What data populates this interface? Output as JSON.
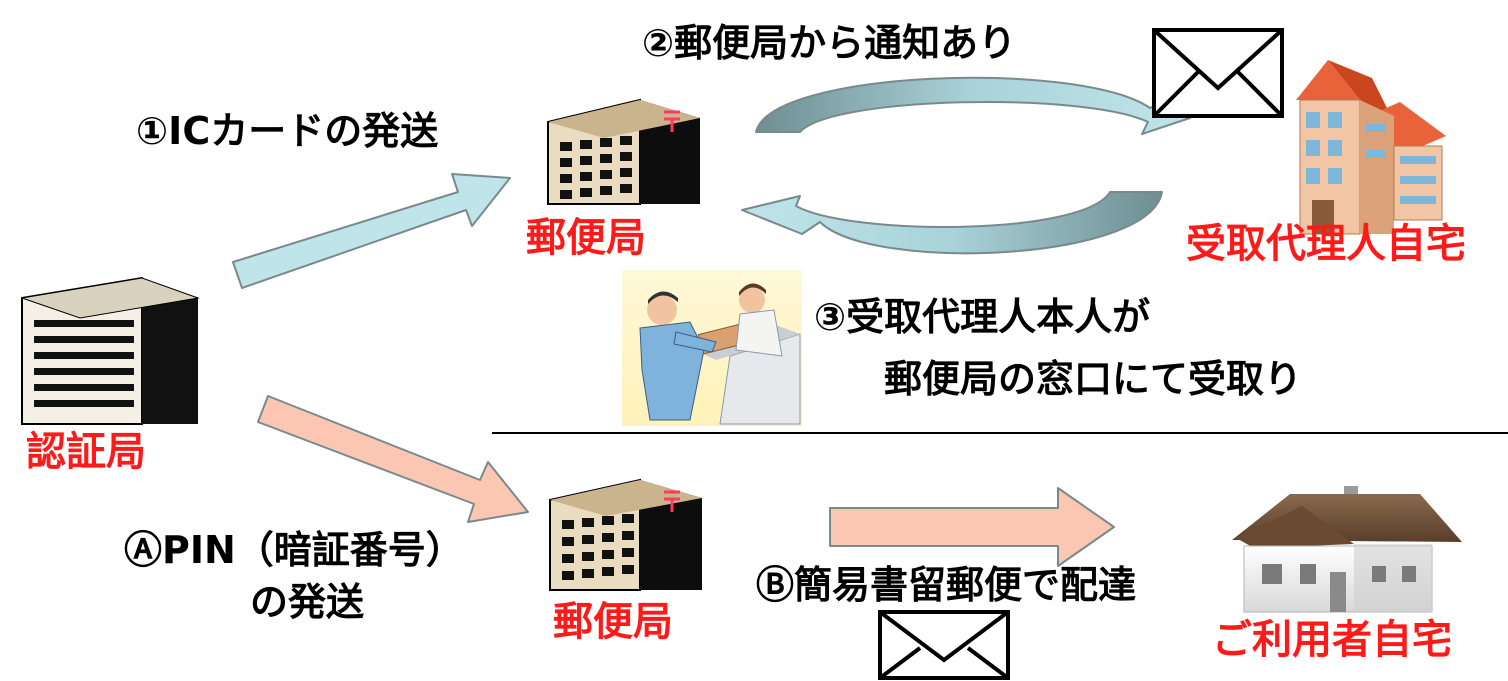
{
  "labels": {
    "ninsho": "認証局",
    "post_office_top": "郵便局",
    "post_office_bottom": "郵便局",
    "agent_home": "受取代理人自宅",
    "user_home": "ご利用者自宅"
  },
  "steps": {
    "step1": "①ICカードの発送",
    "step2": "②郵便局から通知あり",
    "step3_line1": "③受取代理人本人が",
    "step3_line2": "郵便局の窓口にて受取り",
    "stepA_line1": "ⒶPIN（暗証番号）",
    "stepA_line2": "の発送",
    "stepB": "Ⓑ簡易書留郵便で配達"
  },
  "colors": {
    "label_red": "#ff1a1a",
    "text": "#000000",
    "arrow_blue": "#bfe5ea",
    "arrow_salmon": "#fbc7b2",
    "arrow_stroke": "#7a8a8c"
  }
}
